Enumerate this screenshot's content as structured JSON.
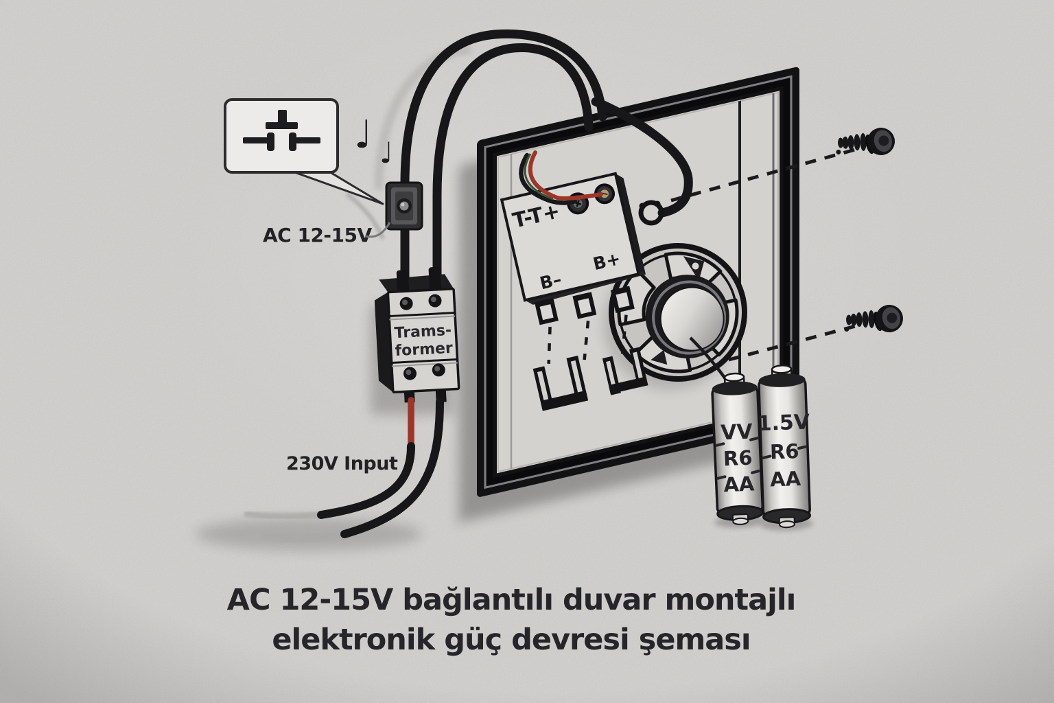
{
  "colors": {
    "wall": "#d7d6d3",
    "ink": "#17171a",
    "red_wire": "#9e3528",
    "plate": "#dbdad7",
    "title_ink": "#26262a"
  },
  "callout": {
    "icon": "push-button-switch-symbol",
    "notes": [
      "♩",
      "♩"
    ]
  },
  "labels": {
    "ac": "AC 12-15V",
    "input": "230V Input"
  },
  "transformer": {
    "line1": "Trams-",
    "line2": "former"
  },
  "terminal_block": {
    "t_label": "T-T+",
    "b_minus": "B–",
    "b_plus": "B+"
  },
  "batteries": [
    {
      "l1": "VV",
      "l2": "R6",
      "l3": "AA"
    },
    {
      "l1": "1.5V",
      "l2": "R6",
      "l3": "AA"
    }
  ],
  "title": {
    "line1": "AC 12-15V bağlantılı duvar montajlı",
    "line2": "elektronik güç devresi şeması"
  }
}
